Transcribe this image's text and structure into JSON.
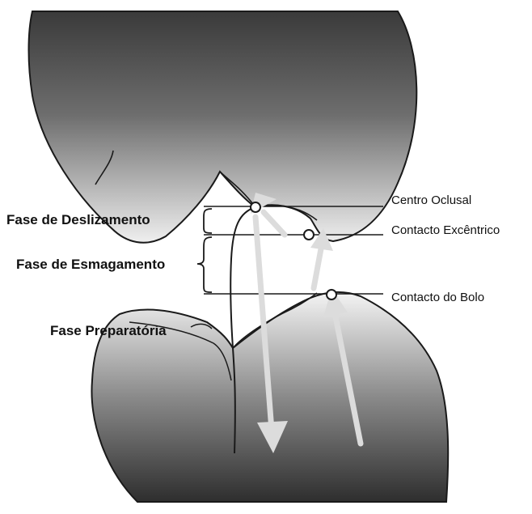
{
  "diagram": {
    "phases": {
      "sliding": "Fase de Deslizamento",
      "crushing": "Fase de Esmagamento",
      "preparatory": "Fase Preparatória"
    },
    "contacts": {
      "occlusal_center": "Centro Oclusal",
      "eccentric": "Contacto Excêntrico",
      "bolus": "Contacto do Bolo"
    }
  },
  "colors": {
    "tooth_dark": "#3a3a3a",
    "tooth_light": "#f2f2f2",
    "arrow": "#dcdcdc",
    "line": "#1a1a1a"
  }
}
